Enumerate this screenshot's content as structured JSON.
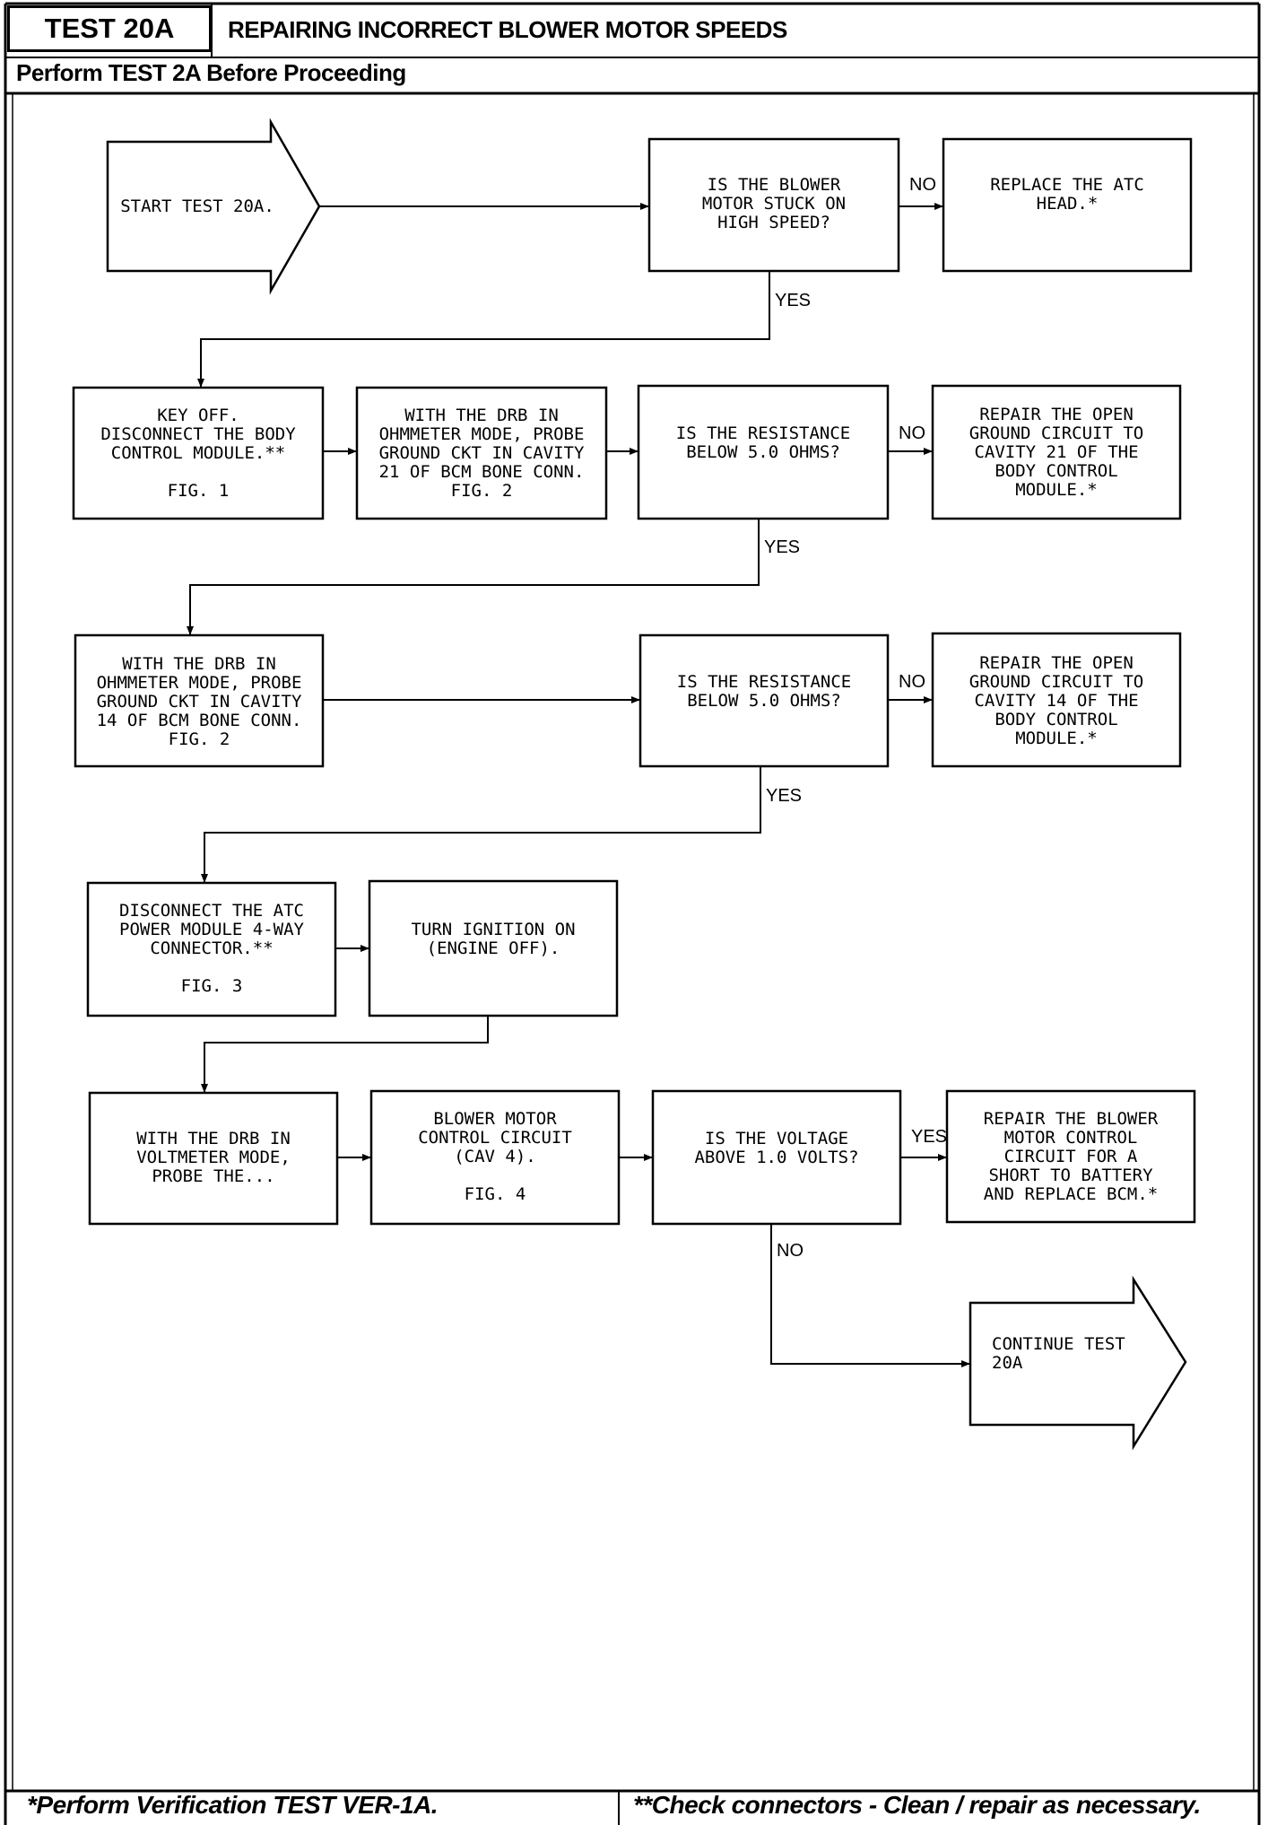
{
  "header": {
    "test_id": "TEST 20A",
    "title": "REPAIRING INCORRECT BLOWER MOTOR SPEEDS",
    "prerequisite": "Perform TEST 2A Before Proceeding"
  },
  "flow": {
    "start": [
      "START TEST 20A."
    ],
    "q_stuck": [
      "IS THE BLOWER",
      "MOTOR STUCK ON",
      "HIGH SPEED?"
    ],
    "replace_head": [
      "REPLACE THE ATC",
      "HEAD.*"
    ],
    "key_off": [
      "KEY OFF.",
      "DISCONNECT THE BODY",
      "CONTROL MODULE.**",
      "",
      "FIG. 1"
    ],
    "probe_21": [
      "WITH THE DRB IN",
      "OHMMETER MODE, PROBE",
      "GROUND CKT IN CAVITY",
      "21 OF BCM BONE CONN.",
      "FIG. 2"
    ],
    "q_res_1": [
      "IS THE RESISTANCE",
      "BELOW 5.0 OHMS?"
    ],
    "repair_21": [
      "REPAIR THE OPEN",
      "GROUND CIRCUIT TO",
      "CAVITY 21 OF THE",
      "BODY CONTROL",
      "MODULE.*"
    ],
    "probe_14": [
      "WITH THE DRB IN",
      "OHMMETER MODE, PROBE",
      "GROUND CKT IN CAVITY",
      "14 OF BCM BONE CONN.",
      "FIG. 2"
    ],
    "q_res_2": [
      "IS THE RESISTANCE",
      "BELOW 5.0 OHMS?"
    ],
    "repair_14": [
      "REPAIR THE OPEN",
      "GROUND CIRCUIT TO",
      "CAVITY 14 OF THE",
      "BODY CONTROL",
      "MODULE.*"
    ],
    "disconnect_atc": [
      "DISCONNECT THE ATC",
      "POWER MODULE 4-WAY",
      "CONNECTOR.**",
      "",
      "FIG. 3"
    ],
    "ignition_on": [
      "TURN IGNITION ON",
      "(ENGINE OFF)."
    ],
    "voltmeter": [
      "WITH THE DRB IN",
      "VOLTMETER MODE,",
      "PROBE THE..."
    ],
    "blower_ckt": [
      "BLOWER MOTOR",
      "CONTROL CIRCUIT",
      "(CAV 4).",
      "",
      "FIG. 4"
    ],
    "q_volt": [
      "IS THE VOLTAGE",
      "ABOVE 1.0 VOLTS?"
    ],
    "repair_short": [
      "REPAIR THE BLOWER",
      "MOTOR CONTROL",
      "CIRCUIT FOR A",
      "SHORT TO BATTERY",
      "AND REPLACE BCM.*"
    ],
    "continue": [
      "CONTINUE TEST",
      "20A"
    ]
  },
  "labels": {
    "no_1": "NO",
    "yes_1": "YES",
    "no_2": "NO",
    "yes_2": "YES",
    "no_3": "NO",
    "yes_3": "YES",
    "yes_4": "YES",
    "no_4": "NO"
  },
  "footer": {
    "left": "*Perform Verification TEST VER-1A.",
    "right": "**Check connectors - Clean / repair as necessary."
  }
}
